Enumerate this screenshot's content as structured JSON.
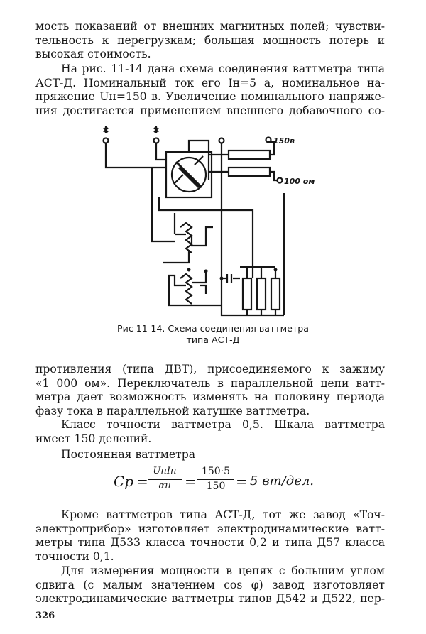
{
  "p1": [
    "мость показаний от внешних магнитных полей; чувстви-",
    "тельность к перегрузкам; большая мощность потерь и",
    "высокая стоимость."
  ],
  "p2": [
    "На рис. 11-14 дана схема соединения ваттметра типа",
    "АСТ-Д. Номинальный ток его Iн=5 а, номинальное на-",
    "пряжение Uн=150 в. Увеличение номинального напряже-",
    "ния достигается применением внешнего добавочного со-"
  ],
  "figure": {
    "label_150": "150в",
    "label_100": "100 ом",
    "caption_l1": "Рис 11-14. Схема соединения ваттметра",
    "caption_l2": "типа АСТ-Д"
  },
  "p3": [
    "противления (типа ДВТ), присоединяемого к зажиму",
    "«1 000 ом». Переключатель в параллельной цепи ватт-",
    "метра дает возможность изменять на половину периода",
    "фазу тока в параллельной катушке ваттметра."
  ],
  "p4": [
    "Класс точности ваттметра 0,5. Шкала ваттметра",
    "имеет 150 делений."
  ],
  "p5": [
    "Постоянная ваттметра"
  ],
  "formula": {
    "lhs": "Cp",
    "frac1_num": "UнIн",
    "frac1_den": "αн",
    "frac2_num": "150·5",
    "frac2_den": "150",
    "result": "5 вт/дел."
  },
  "p6": [
    "Кроме ваттметров типа АСТ-Д, тот же завод «Точ-",
    "электроприбор» изготовляет электродинамические ватт-",
    "метры типа Д533 класса точности 0,2 и типа Д57 класса",
    "точности 0,1."
  ],
  "p7": [
    "Для измерения мощности в цепях с большим углом",
    "сдвига (с малым значением cos φ) завод изготовляет",
    "электродинамические ваттметры типов Д542 и Д522, пер-"
  ],
  "page_number": "326"
}
